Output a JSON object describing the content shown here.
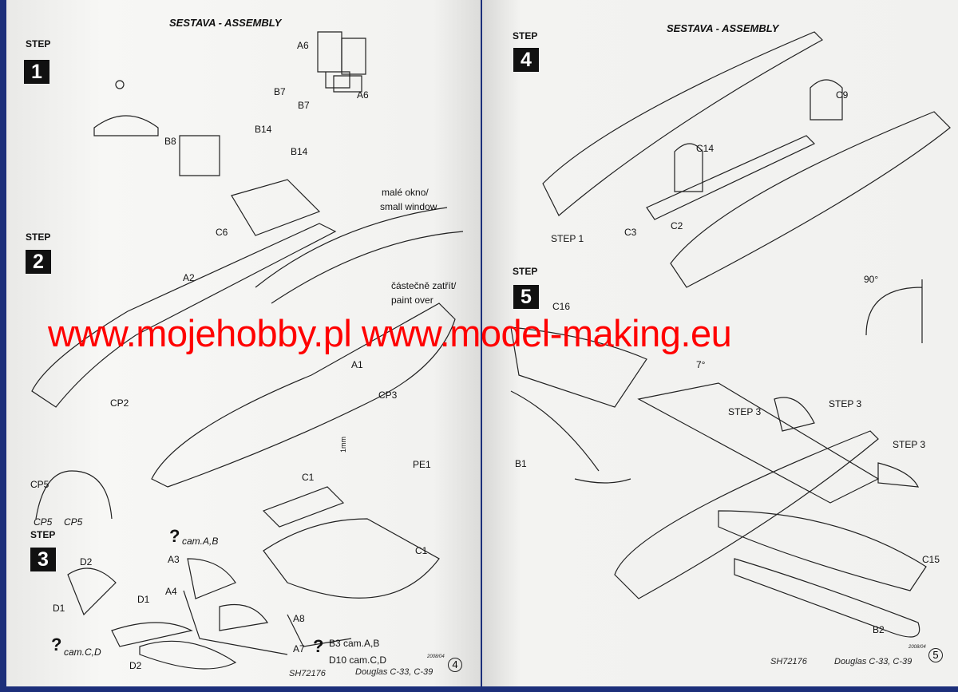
{
  "left_page": {
    "header": "SESTAVA - ASSEMBLY",
    "steps": [
      {
        "label": "STEP",
        "number": "1"
      },
      {
        "label": "STEP",
        "number": "2"
      },
      {
        "label": "STEP",
        "number": "3"
      }
    ],
    "parts": [
      "A6",
      "A6",
      "B7",
      "B7",
      "B14",
      "B14",
      "B8",
      "C6",
      "A2",
      "A1",
      "CP3",
      "CP2",
      "PE1",
      "C1",
      "CP5",
      "CP5",
      "CP5",
      "A3",
      "A4",
      "D2",
      "D1",
      "D1",
      "C1",
      "A8",
      "A7",
      "D2"
    ],
    "notes": {
      "small_window_cz": "malé okno/",
      "small_window_en": "small window",
      "paint_over_cz": "částečně zatřít/",
      "paint_over_en": "paint over",
      "dim": "1mm",
      "cam_ab": "cam.A,B",
      "cam_cd": "cam.C,D",
      "b3": "B3 cam.A,B",
      "d10": "D10 cam.C,D"
    },
    "footer": {
      "code": "SH72176",
      "title": "Douglas C-33, C-39",
      "date": "2008/04",
      "page": "4"
    }
  },
  "right_page": {
    "header": "SESTAVA - ASSEMBLY",
    "steps": [
      {
        "label": "STEP",
        "number": "4"
      },
      {
        "label": "STEP",
        "number": "5"
      }
    ],
    "parts": [
      "C9",
      "C14",
      "C3",
      "C2",
      "C16",
      "B1",
      "C15",
      "B2"
    ],
    "notes": {
      "step1": "STEP 1",
      "angle90": "90°",
      "angle7": "7°",
      "step3": "STEP 3"
    },
    "footer": {
      "code": "SH72176",
      "title": "Douglas C-33, C-39",
      "date": "2008/04",
      "page": "5"
    }
  },
  "watermark": "www.mojehobby.pl www.model-making.eu"
}
